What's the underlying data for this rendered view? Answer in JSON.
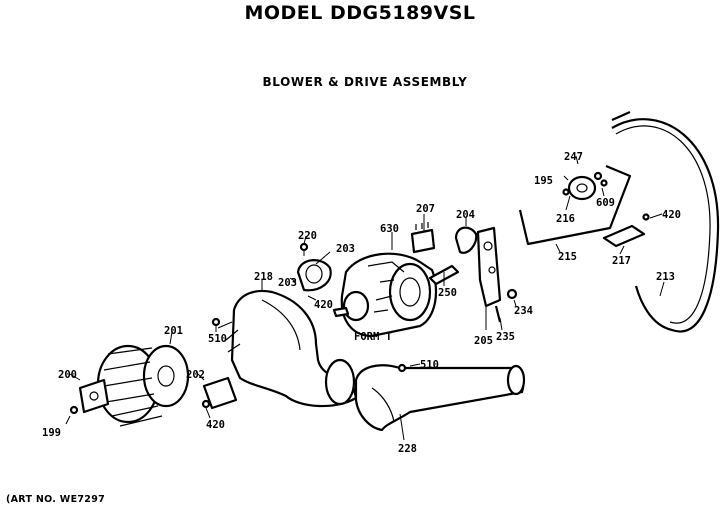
{
  "header": {
    "title": "MODEL DDG5189VSL",
    "subtitle": "BLOWER & DRIVE ASSEMBLY"
  },
  "footer": {
    "art_number": "(ART NO. WE7297"
  },
  "labels": {
    "p199": "199",
    "p200": "200",
    "p201": "201",
    "p202": "202",
    "p420a": "420",
    "p510a": "510",
    "p218": "218",
    "p203a": "203",
    "p203b": "203",
    "p220": "220",
    "p420b": "420",
    "p630": "630",
    "p207": "207",
    "p250": "250",
    "p204": "204",
    "p234": "234",
    "p235": "235",
    "p205": "205",
    "p510b": "510",
    "p228": "228",
    "p195": "195",
    "p247": "247",
    "p216": "216",
    "p609": "609",
    "p215": "215",
    "p420c": "420",
    "p217": "217",
    "p213": "213",
    "motor_form": "FORM T"
  }
}
